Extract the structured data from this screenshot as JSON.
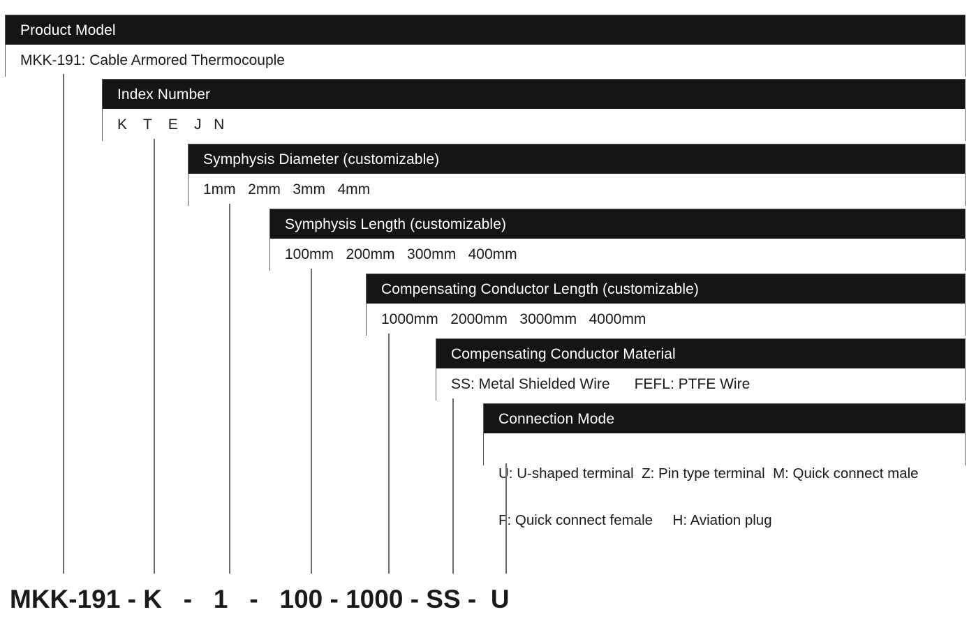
{
  "diagram": {
    "title": "Product Model Naming Convention",
    "accent_dark": "#151515",
    "accent_light": "#ffffff",
    "line_color": "#6b6b6b",
    "levels": [
      {
        "header": "Product Model",
        "values": "MKK-191: Cable Armored Thermocouple",
        "values_line2": ""
      },
      {
        "header": "Index Number",
        "values": "K    T    E    J   N",
        "values_line2": ""
      },
      {
        "header": "Symphysis Diameter (customizable)",
        "values": "1mm   2mm   3mm   4mm",
        "values_line2": ""
      },
      {
        "header": "Symphysis Length (customizable)",
        "values": "100mm   200mm   300mm   400mm",
        "values_line2": ""
      },
      {
        "header": "Compensating Conductor Length (customizable)",
        "values": "1000mm   2000mm   3000mm   4000mm",
        "values_line2": ""
      },
      {
        "header": "Compensating Conductor Material",
        "values": "SS: Metal Shielded Wire      FEFL: PTFE Wire",
        "values_line2": ""
      },
      {
        "header": "Connection Mode",
        "values": "U: U-shaped terminal  Z: Pin type terminal  M: Quick connect male",
        "values_line2": "F: Quick connect female     H: Aviation plug"
      }
    ],
    "model_code": "MKK-191 - K   -   1   -   100 - 1000 - SS -  U"
  }
}
